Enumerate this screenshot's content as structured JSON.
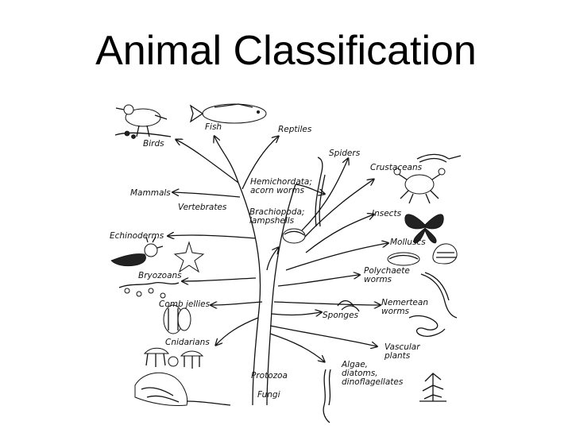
{
  "title": "Animal Classification",
  "labels": {
    "fish": "Fish",
    "reptiles": "Reptiles",
    "birds": "Birds",
    "spiders": "Spiders",
    "crustaceans": "Crustaceans",
    "hemichordata_1": "Hemichordata;",
    "hemichordata_2": "acorn worms",
    "mammals": "Mammals",
    "vertebrates": "Vertebrates",
    "brachiopoda_1": "Brachiopoda;",
    "brachiopoda_2": "lampshells",
    "insects": "Insects",
    "echinoderms": "Echinoderms",
    "molluscs": "Molluscs",
    "polychaete_1": "Polychaete",
    "polychaete_2": "worms",
    "bryozoans": "Bryozoans",
    "nemertean_1": "Nemertean",
    "nemertean_2": "worms",
    "comb_jellies": "Comb jellies",
    "sponges": "Sponges",
    "cnidarians": "Cnidarians",
    "vascular_1": "Vascular",
    "vascular_2": "plants",
    "algae_1": "Algae,",
    "algae_2": "diatoms,",
    "algae_3": "dinoflagellates",
    "protozoa": "Protozoa",
    "fungi": "Fungi"
  }
}
